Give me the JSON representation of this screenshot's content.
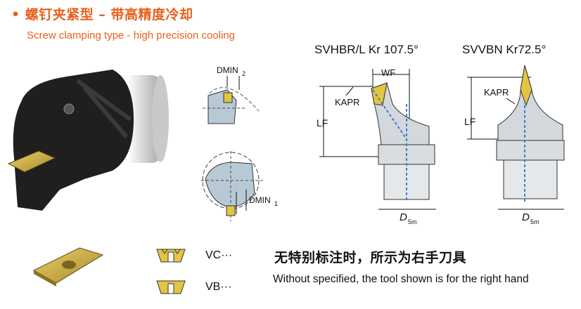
{
  "heading": {
    "title_cn": "• 螺钉夹紧型 – 带高精度冷却",
    "title_en": "Screw clamping type - high precision cooling"
  },
  "detail": {
    "dmin2_label": "DMIN",
    "dmin2_sub": "2",
    "dmin1_label": "DMIN",
    "dmin1_sub": "1"
  },
  "holder_svhbr": {
    "title": "SVHBR/L Kr 107.5°",
    "wf_label": "WF",
    "kapr_label": "KAPR",
    "lf_label": "LF",
    "d_label": "D",
    "d_sub": "5m"
  },
  "holder_svvbn": {
    "title": "SVVBN Kr72.5°",
    "kapr_label": "KAPR",
    "lf_label": "LF",
    "d_label": "D",
    "d_sub": "5m"
  },
  "inserts": [
    {
      "code": "VC···"
    },
    {
      "code": "VB···"
    }
  ],
  "note": {
    "cn": "无特别标注时，所示为右手刀具",
    "en": "Without specified, the tool shown is for the right hand"
  }
}
